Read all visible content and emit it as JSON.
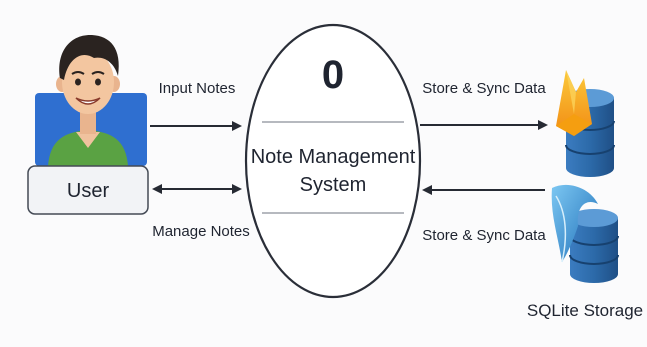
{
  "process": {
    "number": "0",
    "name_line1": "Note Management",
    "name_line2": "System"
  },
  "entities": {
    "user_label": "User",
    "storage_label": "SQLite Storage"
  },
  "flows": {
    "input_notes": "Input Notes",
    "manage_notes": "Manage Notes",
    "store_sync_top": "Store & Sync Data",
    "store_sync_bottom": "Store & Sync Data"
  },
  "colors": {
    "user_panel": "#2f6fd0",
    "shirt": "#5aa243",
    "database": "#2f6aa8",
    "firebase_flame": "#f6b21c",
    "sqlite_feather": "#3a8fd8",
    "arrow": "#262a33"
  },
  "icons": {
    "user": "user-avatar-icon",
    "firebase": "firebase-flame-icon",
    "database_top": "database-icon",
    "sqlite": "sqlite-feather-icon",
    "database_bottom": "database-icon"
  }
}
